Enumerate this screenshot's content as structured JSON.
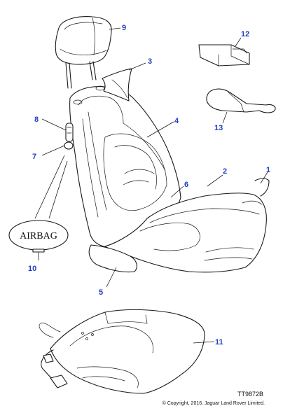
{
  "callouts": {
    "c1": "1",
    "c2": "2",
    "c3": "3",
    "c4": "4",
    "c5": "5",
    "c6": "6",
    "c7": "7",
    "c8": "8",
    "c9": "9",
    "c10": "10",
    "c11": "11",
    "c12": "12",
    "c13": "13"
  },
  "airbag_label": "AIRBAG",
  "reference_code": "TT9872B",
  "copyright": "© Copyright, 2016. Jaguar Land Rover Limited.",
  "colors": {
    "callout": "#1f3fbf",
    "line": "#1a1a1a"
  }
}
